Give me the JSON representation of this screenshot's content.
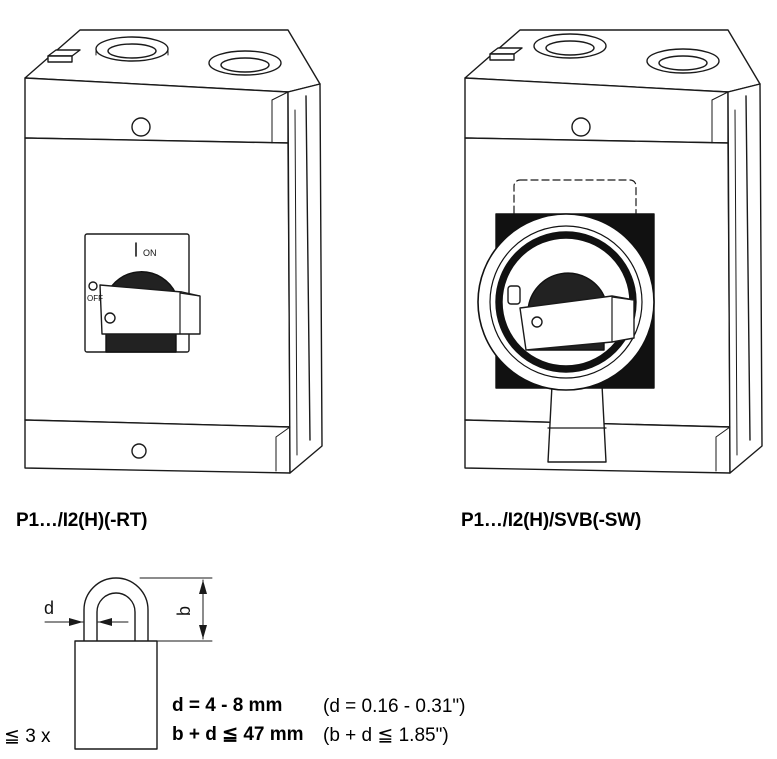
{
  "left_model": {
    "caption": "P1…/I2(H)(-RT)",
    "switch_on_label": "ON",
    "switch_off_label": "OFF"
  },
  "right_model": {
    "caption": "P1…/I2(H)/SVB(-SW)"
  },
  "padlock": {
    "d_label": "d",
    "b_label": "b",
    "count": "≦ 3 x",
    "spec_d_metric": "d = 4 - 8 mm",
    "spec_d_inch": "(d = 0.16 - 0.31\")",
    "spec_bd_metric": "b + d ≦ 47 mm",
    "spec_bd_inch": "(b + d ≦ 1.85\")"
  }
}
